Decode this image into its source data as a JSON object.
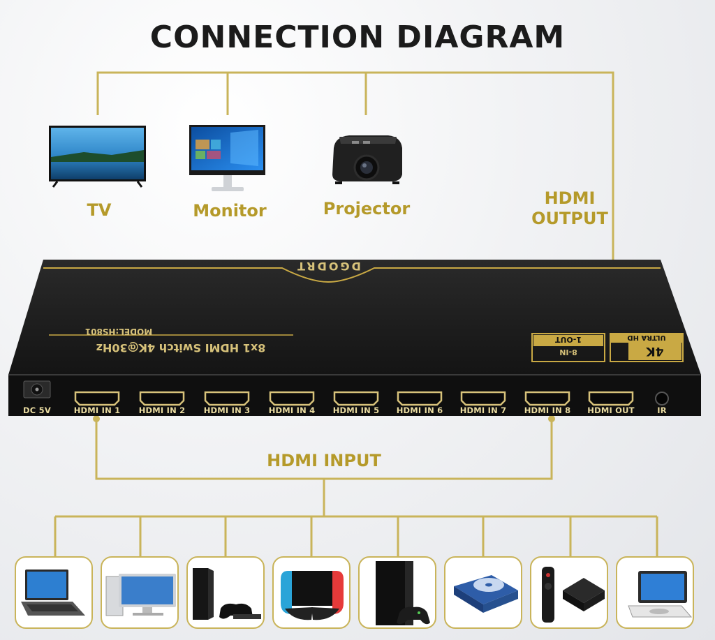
{
  "title": "CONNECTION DIAGRAM",
  "output_devices": [
    {
      "label": "TV",
      "icon": "tv-icon"
    },
    {
      "label": "Monitor",
      "icon": "monitor-icon"
    },
    {
      "label": "Projector",
      "icon": "projector-icon"
    }
  ],
  "hdmi_output_label": "HDMI\nOUTPUT",
  "hdmi_input_label": "HDMI INPUT",
  "switch": {
    "brand": "DGODRT",
    "name": "8x1 HDMI Switch 4K@30Hz",
    "model": "MODEL:HS801",
    "badge_ultra": "ULTRA HD",
    "badge_4k": "4K",
    "badge_in": "8-IN",
    "badge_out": "1-OUT",
    "ports": [
      "DC 5V",
      "HDMI IN 1",
      "HDMI IN 2",
      "HDMI IN 3",
      "HDMI IN 4",
      "HDMI IN 5",
      "HDMI IN 6",
      "HDMI IN 7",
      "HDMI IN 8",
      "HDMI OUT",
      "IR"
    ]
  },
  "input_devices": [
    "laptop-icon",
    "desktop-pc-icon",
    "game-console-icon",
    "handheld-console-icon",
    "xbox-console-icon",
    "dvd-player-icon",
    "tv-box-icon",
    "portable-dvd-icon"
  ],
  "colors": {
    "gold": "#b59a2a",
    "line": "#c9b45a",
    "device": "#1c1c1c"
  }
}
